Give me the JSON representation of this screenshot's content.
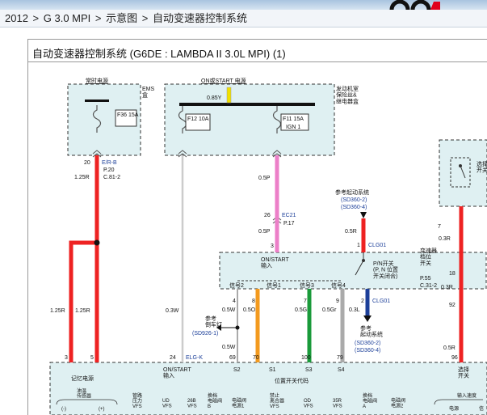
{
  "breadcrumb": {
    "items": [
      "2012",
      "G 3.0 MPI",
      "示意图",
      "自动变速器控制系统"
    ],
    "sep": " > "
  },
  "diagram": {
    "title": "自动变速器控制系统 (G6DE : LAMBDA II 3.0L MPI) (1)",
    "hot_power": "常时电源",
    "ems_box": "EMS\n盒",
    "fuse_f36": "F36 15A",
    "on_start_power": "ON或START 电源",
    "on_start_wire": "0.85Y",
    "engine_box": "发动机室\n保险丝&\n继电器盒",
    "fuse_f12": "F12 10A",
    "fuse_f11": "F11 15A",
    "ign1": "IGN 1",
    "pin20": "20",
    "er_b": "E/R-B",
    "p20": "P.20",
    "c81": "C.81-2",
    "w125r_a": "1.25R",
    "w05p_a": "0.5P",
    "pin26": "26",
    "ec21": "EC21",
    "p17": "P.17",
    "w05p_b": "0.5P",
    "pin3": "3",
    "ref_start": "参考起动系统",
    "sd360_2": "(SD360-2)",
    "sd360_4": "(SD360-4)",
    "w05r": "0.5R",
    "pin1": "1",
    "clg01_a": "CLG01",
    "range_sw": "变速器\n档位\n开关",
    "on_start_input": "ON/START\n输入",
    "pn_switch": "P/N开关\n(P, N 位置\n开关闭合)",
    "p55": "P.55",
    "c31": "C.31-2",
    "sig2": "信号2",
    "sig1": "信号1",
    "sig3": "信号3",
    "sig4": "信号4",
    "r4": "4",
    "r8": "8",
    "r7": "7",
    "r9": "9",
    "r2": "2",
    "clg01_b": "CLG01",
    "w05w_a": "0.5W",
    "w05o": "0.5O",
    "w05g": "0.5G",
    "w05gr": "0.5Gr",
    "w03l": "0.3L",
    "ref_backup": "参考\n倒车灯",
    "sd926": "(SD926-1)",
    "w05w_b": "0.5W",
    "ref_start2": "参考\n起动系统",
    "sd360_2b": "(SD360-2)",
    "sd360_4b": "(SD360-4)",
    "w125r_b": "1.25R",
    "w125r_c": "1.25R",
    "w03w": "0.3W",
    "pin_3b": "3",
    "pin_5": "5",
    "pin_24": "24",
    "elgk": "ELG-K",
    "pin_69": "69",
    "pin_70": "70",
    "pin_100": "100",
    "pin_79": "79",
    "mem_power": "记忆电源",
    "ecm_on_start": "ON/START\n输入",
    "s2": "S2",
    "s1": "S1",
    "s3": "S3",
    "s4": "S4",
    "pos_code": "位置开关代码",
    "sel_sw": "选择\n开关",
    "pin7": "7",
    "w03r_a": "0.3R",
    "pin18": "18",
    "w03r_b": "0.3R",
    "pin92": "92",
    "w05r_b": "0.5R",
    "pin96": "96",
    "sel_right": "选择\n开关",
    "bottom_labels": [
      "油温\n传感器",
      "(-)",
      "(+)",
      "管路\n压力\nVFS",
      "UD\nVFS",
      "26B\nVFS",
      "换档\n电磁阀\nB",
      "电磁阀\n电源1",
      "禁止\n离合器\nVFS",
      "OD\nVFS",
      "35R\nVFS",
      "换档\n电磁阀\nA",
      "电磁阀\n电源2",
      "输入速度",
      "电源",
      "信"
    ]
  }
}
